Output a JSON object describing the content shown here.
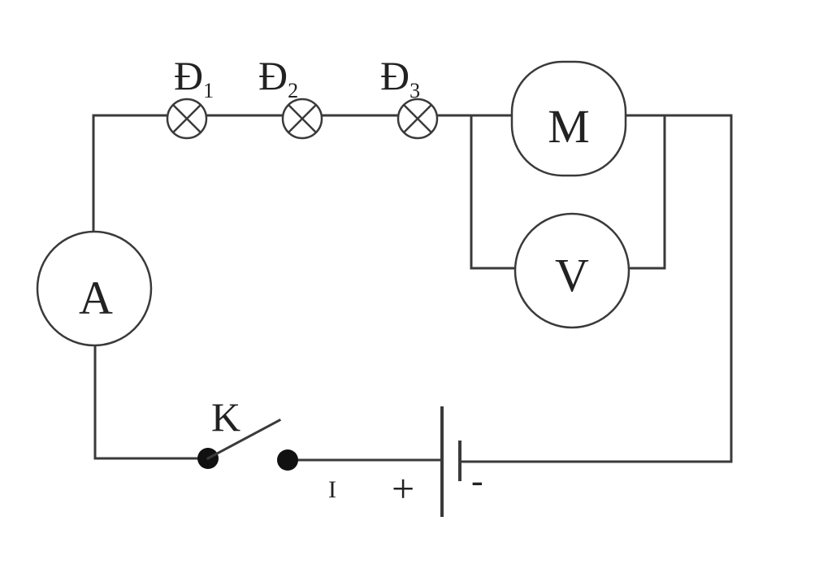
{
  "diagram": {
    "lamps": [
      {
        "letter": "Đ",
        "index": "1"
      },
      {
        "letter": "Đ",
        "index": "2"
      },
      {
        "letter": "Đ",
        "index": "3"
      }
    ],
    "motor_label": "M",
    "voltmeter_label": "V",
    "ammeter_label": "A",
    "switch_label": "K",
    "battery": {
      "positive": "+",
      "negative": "-",
      "side_mark": "I"
    }
  }
}
